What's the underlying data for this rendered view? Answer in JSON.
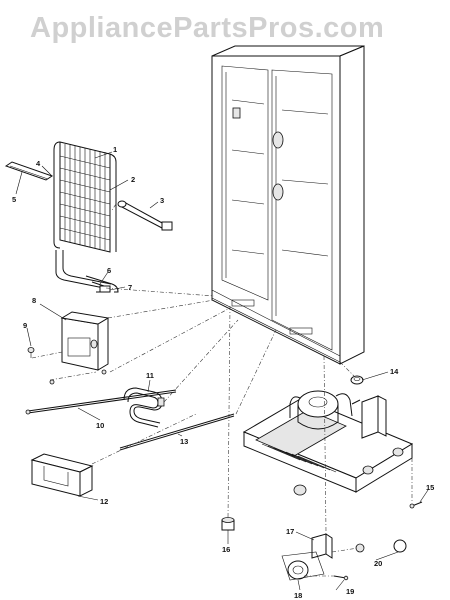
{
  "watermark": "AppliancePartsPros.com",
  "callouts": [
    "1",
    "2",
    "3",
    "4",
    "5",
    "6",
    "7",
    "8",
    "9",
    "10",
    "11",
    "12",
    "13",
    "14",
    "15",
    "16",
    "17",
    "18",
    "19",
    "20"
  ]
}
